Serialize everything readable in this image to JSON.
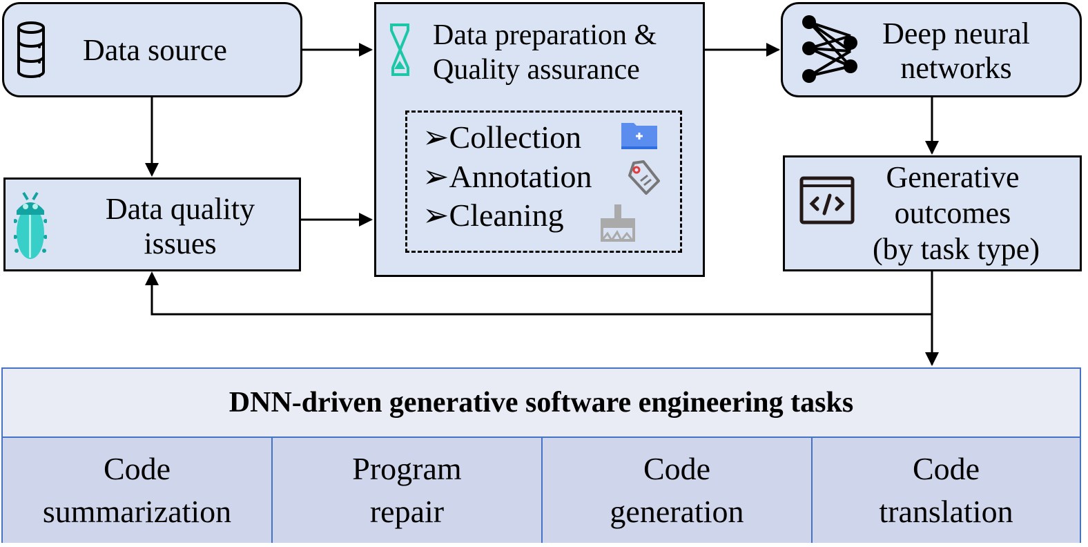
{
  "nodes": {
    "data_source": {
      "label": "Data source",
      "icon": "database-icon"
    },
    "data_quality": {
      "line1": "Data quality",
      "line2": "issues",
      "icon": "bug-icon"
    },
    "data_prep": {
      "line1": "Data preparation &",
      "line2": "Quality assurance",
      "icon": "hourglass-icon",
      "steps": [
        {
          "bullet": "➢",
          "label": "Collection",
          "icon": "folder-add-icon"
        },
        {
          "bullet": "➢",
          "label": "Annotation",
          "icon": "tag-icon"
        },
        {
          "bullet": "➢",
          "label": "Cleaning",
          "icon": "brush-icon"
        }
      ]
    },
    "dnn": {
      "line1": "Deep neural",
      "line2": "networks",
      "icon": "neural-network-icon"
    },
    "outcomes": {
      "line1": "Generative",
      "line2": "outcomes",
      "line3": "(by task type)",
      "icon": "code-window-icon"
    }
  },
  "tasks": {
    "title": "DNN-driven generative software engineering tasks",
    "items": [
      {
        "line1": "Code",
        "line2": "summarization"
      },
      {
        "line1": "Program",
        "line2": "repair"
      },
      {
        "line1": "Code",
        "line2": "generation"
      },
      {
        "line1": "Code",
        "line2": "translation"
      }
    ]
  },
  "colors": {
    "box_fill": "#dae3f3",
    "table_border": "#4472c4",
    "teal": "#1cc7a8"
  }
}
